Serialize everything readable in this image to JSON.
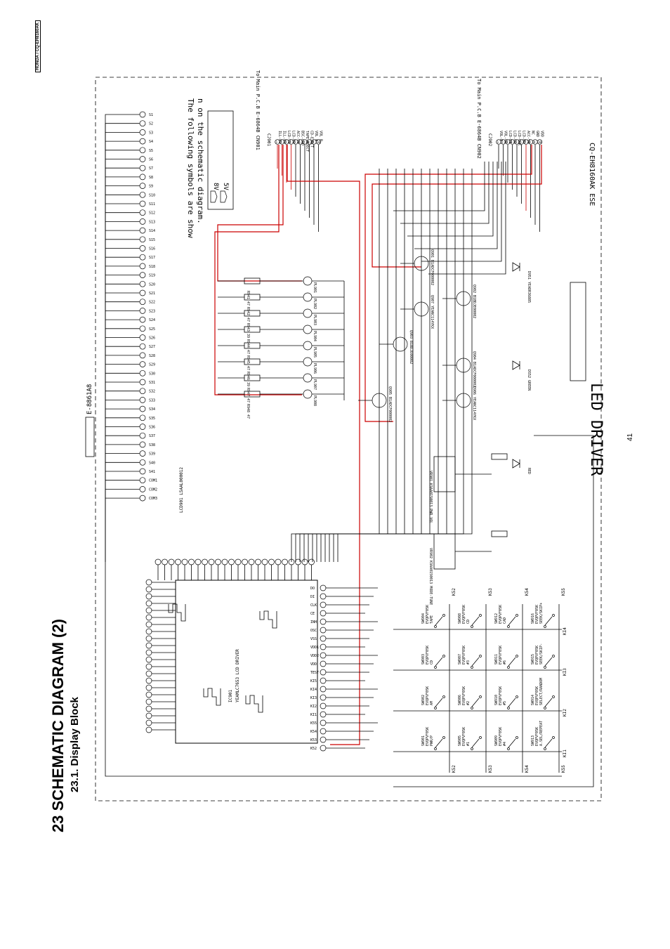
{
  "header": {
    "model": "HONDA / CQ-EH8160AK"
  },
  "section": {
    "title": "23 SCHEMATIC DIAGRAM (2)",
    "subtitle": "23.1.  Display Block"
  },
  "page_number": "41",
  "diagram": {
    "board_label": "CQ-EH8160AK ESE",
    "block_label": "LED DRIVER",
    "pcb_id": "E-8861A8",
    "lcd_label": "LCD901  L5AAL000012",
    "ic_label": "IC901  YEAMLC7653 LCD DRIVER",
    "legend": {
      "heading": "The following symbols are shown on the schematic diagram.",
      "items": [
        "8V",
        "5V"
      ]
    },
    "connectors": [
      {
        "name": "CJ901",
        "to": "To Main P.C.B  E-6864B CN901",
        "pins": [
          "ILL-8V",
          "ILL-8V",
          "LCD-5V",
          "LCD-8V",
          "ACC-5V",
          "BSC-LED",
          "TAPE-EJECT",
          "CD-EJECT",
          "VOL A",
          "VOL B"
        ]
      },
      {
        "name": "CJ902",
        "to": "To Main P.C.B  E-6864B CN902",
        "pins": [
          "VOL-D",
          "VOL-CE",
          "LCD-DI",
          "LCD-CE",
          "LCD-CLK",
          "LCD-DO",
          "ACC-5V",
          "NC",
          "GND",
          "VDD"
        ]
      }
    ],
    "switches": [
      {
        "ref": "SW901",
        "part": "EVQPVF05K",
        "label": "PWR/P"
      },
      {
        "ref": "SW902",
        "part": "EVQPVF05K",
        "label": "AM"
      },
      {
        "ref": "SW903",
        "part": "EVQPVF05K",
        "label": "CD"
      },
      {
        "ref": "SW904",
        "part": "EVQPVF05K",
        "label": "TAPE"
      },
      {
        "ref": "SW905",
        "part": "EVQPVF05K",
        "label": "#1"
      },
      {
        "ref": "SW906",
        "part": "EVQPVF05K",
        "label": "#2"
      },
      {
        "ref": "SW907",
        "part": "EVQPVF05K",
        "label": "#3"
      },
      {
        "ref": "SW908",
        "part": "EVQPVF05K",
        "label": "CD"
      },
      {
        "ref": "SW909",
        "part": "EVQPVF05K",
        "label": "#4"
      },
      {
        "ref": "SW910",
        "part": "EVQPVF05K",
        "label": "#5"
      },
      {
        "ref": "SW911",
        "part": "EVQPVF05K",
        "label": "#6"
      },
      {
        "ref": "SW912",
        "part": "EVQPVF05K",
        "label": "CAD"
      },
      {
        "ref": "SW913",
        "part": "EVQPVF05K",
        "label": "A.SEL/REPEAT"
      },
      {
        "ref": "SW914",
        "part": "EVQPVF05K",
        "label": "SELECT/RANDOM"
      },
      {
        "ref": "SW915",
        "part": "EVQPVF05K",
        "label": "SEEK/SKIP-"
      },
      {
        "ref": "SW916",
        "part": "EVQPVF05K",
        "label": "SEEK/SKIP+"
      }
    ],
    "scan_lines": [
      "K52",
      "K53",
      "K54",
      "K55"
    ],
    "key_inputs": [
      "KI1",
      "KI2",
      "KI3",
      "KI4"
    ],
    "transistors": [
      "Q901 B1ADCF000002",
      "Q902 B1BDJE00002",
      "Q903 B1BDJE00002",
      "Q904 B1ADCF000002",
      "Q905 B1ADCF000002",
      "Q906 YEANC114YKX",
      "Q907 YEANC114YKX"
    ],
    "lamps": [
      "PL901",
      "PL902",
      "PL903",
      "PL904",
      "PL905",
      "PL906",
      "PL907",
      "PL908"
    ],
    "lamp_resistors": [
      "R941 47",
      "R942 47",
      "R943 39",
      "R944 47",
      "R945 47",
      "R946 39",
      "R947 47",
      "R948 47"
    ],
    "vrs": [
      "VR901 K9AA0150013 PWR VOL",
      "VR902 K9AA0150013 MODE-TUNE"
    ],
    "leds": [
      "D951 YEADR36885",
      "DS52 GREEN",
      "RED"
    ],
    "ic_pins_left": [
      "K52",
      "K53",
      "K54",
      "K55",
      "KI1",
      "KI2",
      "KI3",
      "KI4",
      "KI5",
      "TEST",
      "VDD",
      "VDD2",
      "VDD1",
      "VSS",
      "OSC",
      "INH",
      "CE",
      "CLK",
      "DI",
      "DO"
    ],
    "segments": [
      "S1",
      "S2",
      "S3",
      "S4",
      "S5",
      "S6",
      "S7",
      "S8",
      "S9",
      "S10",
      "S11",
      "S12",
      "S13",
      "S14",
      "S15",
      "S16",
      "S17",
      "S18",
      "S19",
      "S20",
      "S21",
      "S22",
      "S23",
      "S24",
      "S25",
      "S26",
      "S27",
      "S28",
      "S29",
      "S30",
      "S31",
      "S32",
      "S33",
      "S34",
      "S35",
      "S36",
      "S37",
      "S38",
      "S39",
      "S40",
      "S41"
    ],
    "coms": [
      "COM1",
      "COM2",
      "COM3"
    ]
  },
  "colors": {
    "line": "#000000",
    "power": "#cc0000",
    "paper": "#ffffff"
  }
}
